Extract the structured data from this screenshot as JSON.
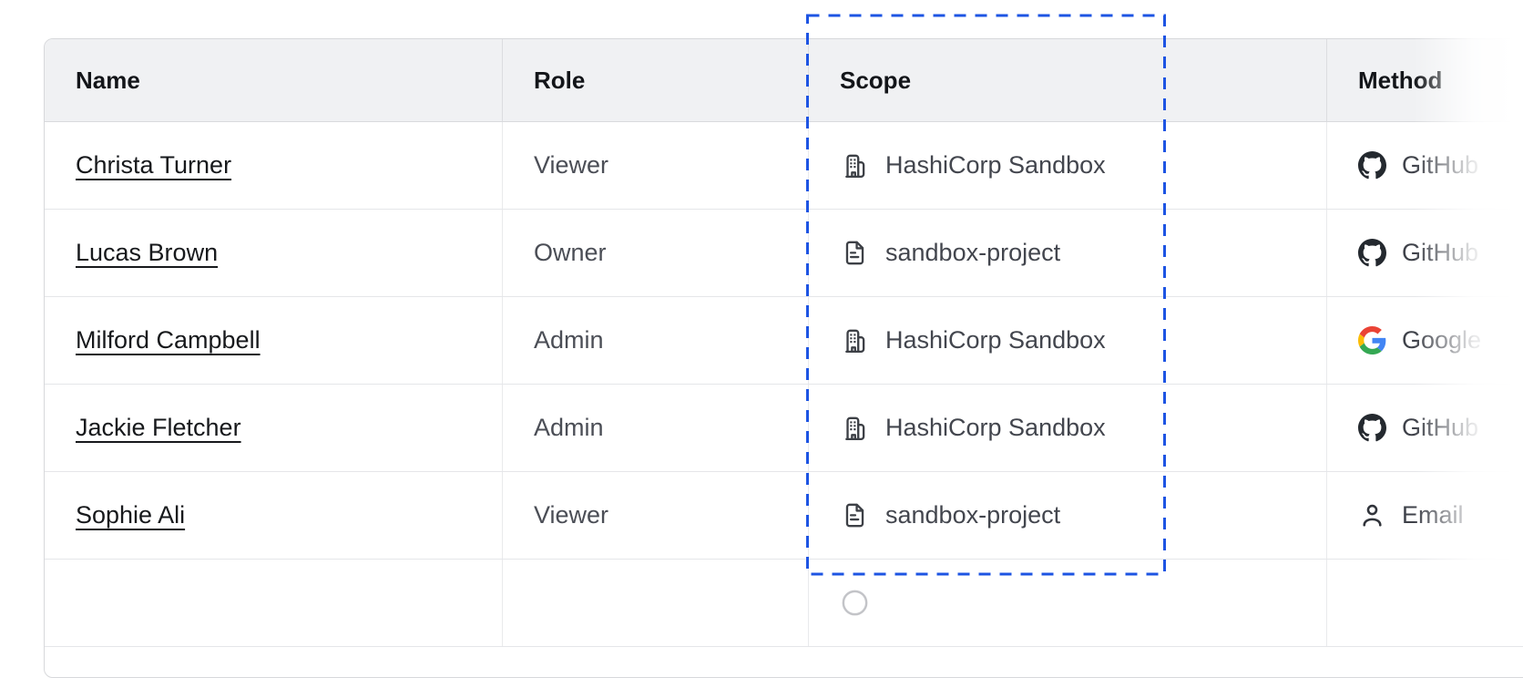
{
  "table": {
    "columns": [
      "Name",
      "Role",
      "Scope",
      "Method"
    ],
    "rows": [
      {
        "name": "Christa Turner",
        "role": "Viewer",
        "scope": {
          "icon": "org-building-icon",
          "label": "HashiCorp Sandbox"
        },
        "method": {
          "icon": "github-icon",
          "label": "GitHub"
        }
      },
      {
        "name": "Lucas Brown",
        "role": "Owner",
        "scope": {
          "icon": "file-text-icon",
          "label": "sandbox-project"
        },
        "method": {
          "icon": "github-icon",
          "label": "GitHub"
        }
      },
      {
        "name": "Milford Campbell",
        "role": "Admin",
        "scope": {
          "icon": "org-building-icon",
          "label": "HashiCorp Sandbox"
        },
        "method": {
          "icon": "google-icon",
          "label": "Google"
        }
      },
      {
        "name": "Jackie Fletcher",
        "role": "Admin",
        "scope": {
          "icon": "org-building-icon",
          "label": "HashiCorp Sandbox"
        },
        "method": {
          "icon": "github-icon",
          "label": "GitHub"
        }
      },
      {
        "name": "Sophie Ali",
        "role": "Viewer",
        "scope": {
          "icon": "file-text-icon",
          "label": "sandbox-project"
        },
        "method": {
          "icon": "person-icon",
          "label": "Email"
        }
      }
    ],
    "partial_row": {
      "scope_icon": "circle-icon"
    }
  },
  "annotation": {
    "highlighted_column": "Scope",
    "highlight_color": "#1d54e3"
  },
  "colors": {
    "header_bg": "#f0f1f3",
    "outer_border": "#d7d8db",
    "row_divider": "#e5e6e9",
    "header_text": "#131519",
    "name_text": "#17191c",
    "body_text": "#4b4e56",
    "stroke_icon": "#3d4046",
    "github_mark": "#24292f"
  }
}
